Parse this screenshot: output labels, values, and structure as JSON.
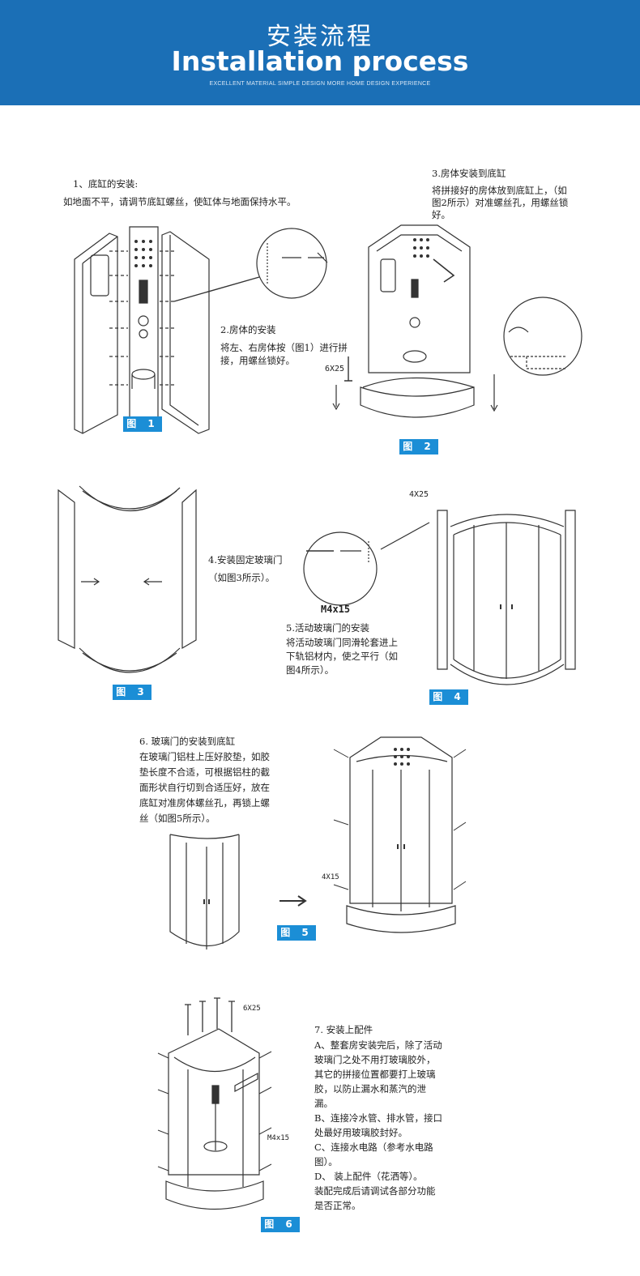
{
  "header": {
    "title_zh": "安装流程",
    "title_en": "Installation process",
    "subtitle": "EXCELLENT MATERIAL SIMPLE DESIGN MORE HOME DESIGN EXPERIENCE"
  },
  "colors": {
    "banner": "#1b6fb6",
    "figure_tag": "#1b8ed6"
  },
  "steps": {
    "s1": {
      "title": "1、底缸的安装:",
      "lines": [
        "如地面不平，请调节底缸螺丝，使缸体与地面保持水平。"
      ]
    },
    "s2": {
      "title": "2.房体的安装",
      "lines": [
        "将左、右房体按（图1）进行拼",
        "接，用螺丝锁好。"
      ]
    },
    "s3": {
      "title": "3.房体安装到底缸",
      "lines": [
        "将拼接好的房体放到底缸上，（如",
        "图2所示）对准螺丝孔，用螺丝锁",
        "好。"
      ]
    },
    "s4": {
      "title": "4.安装固定玻璃门",
      "lines": [
        "（如图3所示）。"
      ]
    },
    "s5": {
      "title": "5.活动玻璃门的安装",
      "lines": [
        "将活动玻璃门同滑轮套进上",
        "下轨铝材内，使之平行（如",
        "图4所示）。"
      ]
    },
    "s6": {
      "title": "6. 玻璃门的安装到底缸",
      "lines": [
        "在玻璃门铝柱上压好胶垫，如胶",
        "垫长度不合适，可根据铝柱的截",
        "面形状自行切到合适压好，放在",
        "底缸对准房体螺丝孔，再锁上螺",
        "丝（如图5所示）。"
      ]
    },
    "s7": {
      "title": "7. 安装上配件",
      "lines": [
        "A、整套房安装完后，除了活动",
        "玻璃门之处不用打玻璃胶外，",
        "其它的拼接位置都要打上玻璃",
        "胶，以防止漏水和蒸汽的泄",
        "漏。",
        "B、连接冷水管、排水管，接口",
        "处最好用玻璃胶封好。",
        "C、连接水电路（参考水电路",
        "图）。",
        "D、  装上配件（花洒等）。",
        "装配完成后请调试各部分功能",
        "是否正常。"
      ]
    }
  },
  "figures": [
    "图 1",
    "图 2",
    "图 3",
    "图 4",
    "图 5",
    "图 6"
  ],
  "screw_labels": {
    "f2": "6X25",
    "f4_top": "4X25",
    "f4_circle": "M4x15",
    "f5": "4X15",
    "f6_top": "6X25",
    "f6_side": "M4x15"
  }
}
